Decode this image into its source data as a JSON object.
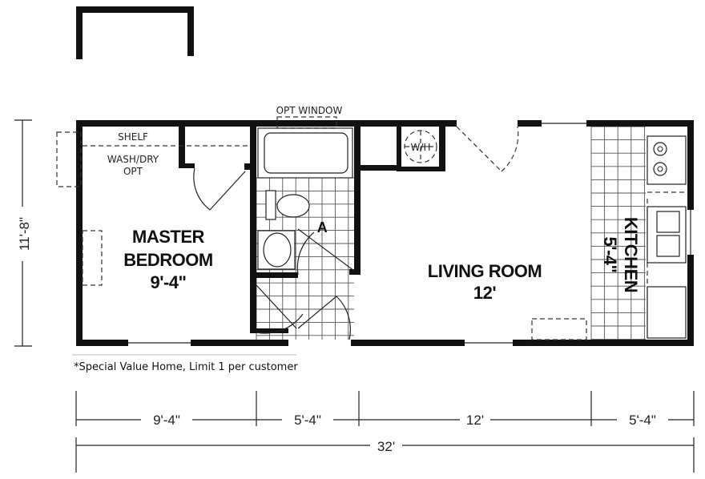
{
  "rooms": {
    "master_bedroom": {
      "name_line1": "MASTER",
      "name_line2": "BEDROOM",
      "size": "9'-4\""
    },
    "living_room": {
      "name": "LIVING ROOM",
      "size": "12'"
    },
    "kitchen": {
      "name": "KITCHEN",
      "size": "5'-4\""
    }
  },
  "labels": {
    "shelf": "SHELF",
    "wash_dry_line1": "WASH/DRY",
    "wash_dry_line2": "OPT",
    "opt_window": "OPT WINDOW",
    "water_heater": "W/H",
    "section_marker": "A"
  },
  "note": "*Special Value Home, Limit 1 per customer",
  "dimensions": {
    "height": "11'-8\"",
    "segments": [
      "9'-4\"",
      "5'-4\"",
      "12'",
      "5'-4\""
    ],
    "total": "32'"
  }
}
